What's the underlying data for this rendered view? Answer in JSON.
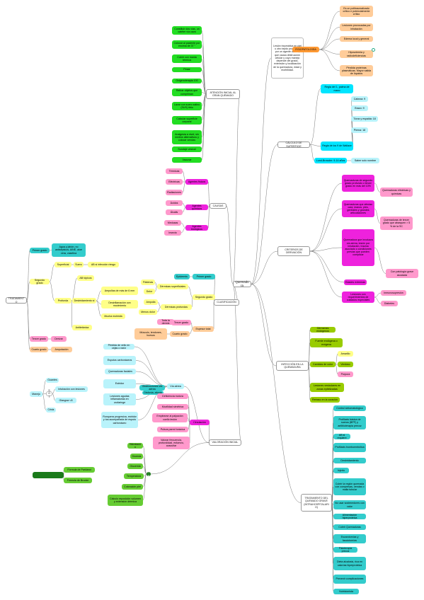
{
  "root": {
    "label": "Quemadura"
  },
  "colors": {
    "green": "#22dd22",
    "magenta": "#ee22dd",
    "pink": "#ff99cc",
    "cyan": "#00e5ff",
    "lightcyan": "#b9f3fb",
    "teal": "#33cccc",
    "yellow": "#ffff88",
    "orange": "#ffcc99",
    "olive": "#99cc00",
    "darkgreen": "#1a7a1a",
    "line": "#777777"
  },
  "nodes": [
    {
      "id": "def",
      "label": "Lesión traumática en piel u otro tejido producida por un agente causal, que causa destrucción celular y cuyo manejo depende del grado, extensión y localización de la quemadura, edad y morbilidad.",
      "color": "white"
    },
    {
      "id": "fisio",
      "label": "FISIOPATOLOGÍA",
      "color": "orangeDark"
    },
    {
      "id": "f1",
      "label": "Es un politraumatizado crítico e potencialmente crítico",
      "color": "orange"
    },
    {
      "id": "f2",
      "label": "Lesiones provocadas por inhalación",
      "color": "orange"
    },
    {
      "id": "f3",
      "label": "Edema local y general",
      "color": "orange"
    },
    {
      "id": "f4",
      "label": "Hipovolemia y radiodeficiencias",
      "color": "orange"
    },
    {
      "id": "f5",
      "label": "Pérdida proteínas plasmáticas. Mayor salida de líquidos",
      "color": "orange"
    },
    {
      "id": "atencion",
      "label": "ATENCIÓN INICIAL AL GRAN QUEMADO",
      "color": "plain"
    },
    {
      "id": "a1",
      "label": "Constituir dos vías, un catéter vía cava",
      "color": "green"
    },
    {
      "id": "a2",
      "label": "Colocar al paciente por encima de 37 °",
      "color": "green"
    },
    {
      "id": "a3",
      "label": "Cubrir con manta térmica",
      "color": "green"
    },
    {
      "id": "a4",
      "label": "Pesar",
      "color": "green"
    },
    {
      "id": "a5",
      "label": "Oxigenoterapia 100",
      "color": "green"
    },
    {
      "id": "a6",
      "label": "Retirar objetos que compriman",
      "color": "green"
    },
    {
      "id": "a7",
      "label": "Lavar con suero salino (SUS) tibio",
      "color": "green"
    },
    {
      "id": "a8",
      "label": "Calcular superficie corporal",
      "color": "green"
    },
    {
      "id": "a9",
      "label": "Analgesia a nivel, sin medios alternativos y colocar vendas",
      "color": "green"
    },
    {
      "id": "a10",
      "label": "Sondaje vesical",
      "color": "green"
    },
    {
      "id": "a11",
      "label": "Vacunar",
      "color": "green"
    },
    {
      "id": "calculo",
      "label": "CÁLCULO DE SUPERFICIE",
      "color": "plain"
    },
    {
      "id": "c1",
      "label": "Regla del 1, palma de mano",
      "color": "cyan"
    },
    {
      "id": "c2",
      "label": "Regla de los 9 de Wallace",
      "color": "cyan"
    },
    {
      "id": "c3",
      "label": "Lund-Browder: 9-14 años",
      "color": "cyan"
    },
    {
      "id": "c3b",
      "label": "Saber solo nombre",
      "color": "lightcyan"
    },
    {
      "id": "c21",
      "label": "Cabeza: 9",
      "color": "lightcyan"
    },
    {
      "id": "c22",
      "label": "Brazo: 9",
      "color": "lightcyan"
    },
    {
      "id": "c23",
      "label": "Tórax y espalda: 18",
      "color": "lightcyan"
    },
    {
      "id": "c24",
      "label": "Pierna: 18",
      "color": "lightcyan"
    },
    {
      "id": "causas",
      "label": "CAUSAS",
      "color": "plain"
    },
    {
      "id": "cs1",
      "label": "Agentes físicos",
      "color": "magenta"
    },
    {
      "id": "cs2",
      "label": "Agentes químicos",
      "color": "magenta"
    },
    {
      "id": "cs3",
      "label": "Agentes biológicos",
      "color": "magenta"
    },
    {
      "id": "cs11",
      "label": "Térmicas",
      "color": "pink"
    },
    {
      "id": "cs12",
      "label": "Eléctricas",
      "color": "pink"
    },
    {
      "id": "cs13",
      "label": "Radiaciones",
      "color": "pink"
    },
    {
      "id": "cs21",
      "label": "Ácidos",
      "color": "pink"
    },
    {
      "id": "cs22",
      "label": "Álcalis",
      "color": "pink"
    },
    {
      "id": "cs31",
      "label": "Medusas",
      "color": "pink"
    },
    {
      "id": "cs32",
      "label": "Insecto",
      "color": "pink"
    },
    {
      "id": "criterios",
      "label": "CRITERIOS DE DERIVACIÓN",
      "color": "plain"
    },
    {
      "id": "cr1",
      "label": "Quemaduras de segundo grado profundo o tercer grado en más del 10%",
      "color": "magenta"
    },
    {
      "id": "cr1b",
      "label": "Quemaduras eléctricas y químicas",
      "color": "pink"
    },
    {
      "id": "cr2",
      "label": "Quemaduras que afectan cara, manos, pies, genitales y grandes articulaciones",
      "color": "magenta"
    },
    {
      "id": "cr2b",
      "label": "Quemaduras de tercer grado que abarquen > 5 % de la SC",
      "color": "pink"
    },
    {
      "id": "cr3",
      "label": "Quemadura que involucra vía aérea, lesión por inhalación, trauma asociado o condiciones previas que pueden complicar",
      "color": "magenta"
    },
    {
      "id": "cr3b",
      "label": "Con patología grave asociada",
      "color": "pink"
    },
    {
      "id": "cr4",
      "label": "Edades extremas",
      "color": "magenta"
    },
    {
      "id": "cr5",
      "label": "Lesiones con requerimientos de cuidados especiales",
      "color": "magenta"
    },
    {
      "id": "cr5a",
      "label": "Inmunosupresión",
      "color": "pink"
    },
    {
      "id": "cr5b",
      "label": "Diabetes",
      "color": "pink"
    },
    {
      "id": "clasif",
      "label": "CLASIFICACIÓN",
      "color": "plain"
    },
    {
      "id": "g1",
      "label": "Primer grado",
      "color": "teal"
    },
    {
      "id": "g1a",
      "label": "Epidermis",
      "color": "teal"
    },
    {
      "id": "g2",
      "label": "Segundo grado",
      "color": "yellow"
    },
    {
      "id": "g2a",
      "label": "Dérmicas superficiales",
      "color": "yellow"
    },
    {
      "id": "g2a1",
      "label": "Flictenas",
      "color": "yellow"
    },
    {
      "id": "g2a2",
      "label": "Dolor",
      "color": "yellow"
    },
    {
      "id": "g2b",
      "label": "Dérmicas profundas",
      "color": "yellow"
    },
    {
      "id": "g2b1",
      "label": "Ampolla",
      "color": "yellow"
    },
    {
      "id": "g2b2",
      "label": "Menos dolor",
      "color": "yellow"
    },
    {
      "id": "g3",
      "label": "Tercer grado",
      "color": "pink"
    },
    {
      "id": "g3a",
      "label": "Toda la dermis",
      "color": "pink"
    },
    {
      "id": "g4",
      "label": "Cuarto grado",
      "color": "orange"
    },
    {
      "id": "g4a",
      "label": "Músculo, tendones, huesos",
      "color": "orange"
    },
    {
      "id": "g5",
      "label": "Espesor total",
      "color": "orange"
    },
    {
      "id": "valoracion",
      "label": "VALORACIÓN INICIAL",
      "color": "plain"
    },
    {
      "id": "v1",
      "label": "Vía aérea",
      "color": "lightcyan"
    },
    {
      "id": "v1a",
      "label": "Obstrucciones vía aérea",
      "color": "teal"
    },
    {
      "id": "v1b",
      "label": "Disfonía, afonía",
      "color": "teal"
    },
    {
      "id": "v2",
      "label": "Quemaduras faciales",
      "color": "lightcyan"
    },
    {
      "id": "v3",
      "label": "Esputos carbonáceos",
      "color": "lightcyan"
    },
    {
      "id": "v4",
      "label": "Pérdida de vello en cejas o nariz",
      "color": "lightcyan"
    },
    {
      "id": "v5",
      "label": "Estridor",
      "color": "lightcyan"
    },
    {
      "id": "v6",
      "label": "Lesiones agudas inflamatorias en orofaringe",
      "color": "lightcyan"
    },
    {
      "id": "v7",
      "label": "Ronquera progresiva, estridor y tos acompañada de esputo carbonáceo",
      "color": "lightcyan"
    },
    {
      "id": "v8",
      "label": "Circulación",
      "color": "magenta"
    },
    {
      "id": "v8a",
      "label": "Deficiencia motora",
      "color": "pink"
    },
    {
      "id": "v8b",
      "label": "Movilidad simétrica",
      "color": "pink"
    },
    {
      "id": "v8c",
      "label": "Emplearse al palpación cuello lesión",
      "color": "pink"
    },
    {
      "id": "v8d",
      "label": "Pulsos pared torácica",
      "color": "pink"
    },
    {
      "id": "v8e",
      "label": "Valorar frecuencia, profundidad, esfuerzo, auscultar",
      "color": "pink"
    },
    {
      "id": "v9",
      "label": "Ventilación",
      "color": "darkgreen"
    },
    {
      "id": "v9a",
      "label": "Hidratación",
      "color": "green2"
    },
    {
      "id": "v9b",
      "label": "Diuresis",
      "color": "green2"
    },
    {
      "id": "v9c",
      "label": "Glucemia",
      "color": "green2"
    },
    {
      "id": "v9d",
      "label": "Temperatura",
      "color": "green2"
    },
    {
      "id": "v9e",
      "label": "Coloración piel",
      "color": "green2"
    },
    {
      "id": "v9f",
      "label": "Cálculo reposición volumen y extensión dérmica",
      "color": "green2"
    },
    {
      "id": "form",
      "label": "",
      "color": "darkgreen"
    },
    {
      "id": "form1",
      "label": "Fórmula de Parkland",
      "color": "green2"
    },
    {
      "id": "form2",
      "label": "Fórmula de Brooke",
      "color": "green2"
    },
    {
      "id": "tratamiento",
      "label": "TRATAMIENTO",
      "color": "plain"
    },
    {
      "id": "t1",
      "label": "Primer grado",
      "color": "teal"
    },
    {
      "id": "t1a",
      "label": "Agua y jabón, no antisépticos, AINE, aloe vera, vaselina",
      "color": "teal"
    },
    {
      "id": "t2",
      "label": "Segundo grado",
      "color": "yellow"
    },
    {
      "id": "t2a",
      "label": "Superficial",
      "color": "yellow"
    },
    {
      "id": "t2a1",
      "label": "Suero",
      "color": "yellow"
    },
    {
      "id": "t2a2",
      "label": "AB si infección riesgo",
      "color": "yellow"
    },
    {
      "id": "t2b",
      "label": "Profunda",
      "color": "yellow"
    },
    {
      "id": "t2b1",
      "label": "AB tópicos",
      "color": "yellow"
    },
    {
      "id": "t2b2",
      "label": "Desbridamiento si",
      "color": "yellow"
    },
    {
      "id": "t2b2a",
      "label": "Ampollas de más de 6 mm",
      "color": "yellow"
    },
    {
      "id": "t2b2b",
      "label": "Desinflamación con movimiento",
      "color": "yellow"
    },
    {
      "id": "t2b2c",
      "label": "Mucha molestia",
      "color": "yellow"
    },
    {
      "id": "t2b3",
      "label": "Antitetánica",
      "color": "yellow"
    },
    {
      "id": "t3",
      "label": "Tercer grado",
      "color": "pink"
    },
    {
      "id": "t3a",
      "label": "Derivar",
      "color": "pink"
    },
    {
      "id": "t4",
      "label": "Cuarto grado",
      "color": "orange"
    },
    {
      "id": "t4a",
      "label": "Amputación",
      "color": "orange"
    },
    {
      "id": "manejo",
      "label": "Manejo",
      "color": "lightcyan"
    },
    {
      "id": "m1",
      "label": "Guantes",
      "color": "lightcyan"
    },
    {
      "id": "m2",
      "label": "SOT",
      "color": "white"
    },
    {
      "id": "m2a",
      "label": "Intubación con lesiones",
      "color": "lightcyan"
    },
    {
      "id": "m2b",
      "label": "Glasgow <8",
      "color": "lightcyan"
    },
    {
      "id": "m3",
      "label": "Crisis",
      "color": "lightcyan"
    },
    {
      "id": "infeccion",
      "label": "INFECCIÓN EN LA QUEMADURA",
      "color": "plain"
    },
    {
      "id": "i1",
      "label": "Gérmenes endógenos",
      "color": "olive"
    },
    {
      "id": "i2",
      "label": "Fuente endógena o exógena",
      "color": "olive"
    },
    {
      "id": "i3",
      "label": "Cambios de color",
      "color": "olive"
    },
    {
      "id": "i3a",
      "label": "Amarillo",
      "color": "yellow"
    },
    {
      "id": "i3b",
      "label": "Verdoso",
      "color": "olive"
    },
    {
      "id": "i3c",
      "label": "Púrpura",
      "color": "pink"
    },
    {
      "id": "i4",
      "label": "Lesiones vesiculares en zonas epitelizadas",
      "color": "olive"
    },
    {
      "id": "i5",
      "label": "Retraso en la curación",
      "color": "olive"
    },
    {
      "id": "trat_hosp",
      "label": "TRATAMIENTO DEL QUEMADO GRAVE (INTRAHOSPITALARIO)",
      "color": "plain"
    },
    {
      "id": "h1",
      "label": "Control sintomatológico",
      "color": "teal"
    },
    {
      "id": "h2",
      "label": "Profilaxis básica de sueros (BPF) y antibioterapia precoz",
      "color": "teal"
    },
    {
      "id": "h3",
      "label": "AB si requiere",
      "color": "teal"
    },
    {
      "id": "h4",
      "label": "Profilaxis tromboembólica",
      "color": "teal"
    },
    {
      "id": "h5",
      "label": "Desbridamiento",
      "color": "teal"
    },
    {
      "id": "h6",
      "label": "Injerto",
      "color": "teal"
    },
    {
      "id": "h7",
      "label": "Cubrir la región quemada con compresas, vendas o malla tubular",
      "color": "teal"
    },
    {
      "id": "h8",
      "label": "No usar sostenedores con calor",
      "color": "teal"
    },
    {
      "id": "h9",
      "label": "Alimentación hiperproteica",
      "color": "teal"
    },
    {
      "id": "h10",
      "label": "Cubrir Quemaduras",
      "color": "teal"
    },
    {
      "id": "h11",
      "label": "Escarotomías y fasciotomías",
      "color": "teal"
    },
    {
      "id": "h12",
      "label": "Fisioterapia precoz",
      "color": "teal"
    },
    {
      "id": "h13",
      "label": "Dieta alcalosis, rica en calorías hiperproteica",
      "color": "teal"
    },
    {
      "id": "h14",
      "label": "Prevenir complicaciones",
      "color": "teal"
    },
    {
      "id": "h15",
      "label": "Nutricionista",
      "color": "teal"
    }
  ]
}
